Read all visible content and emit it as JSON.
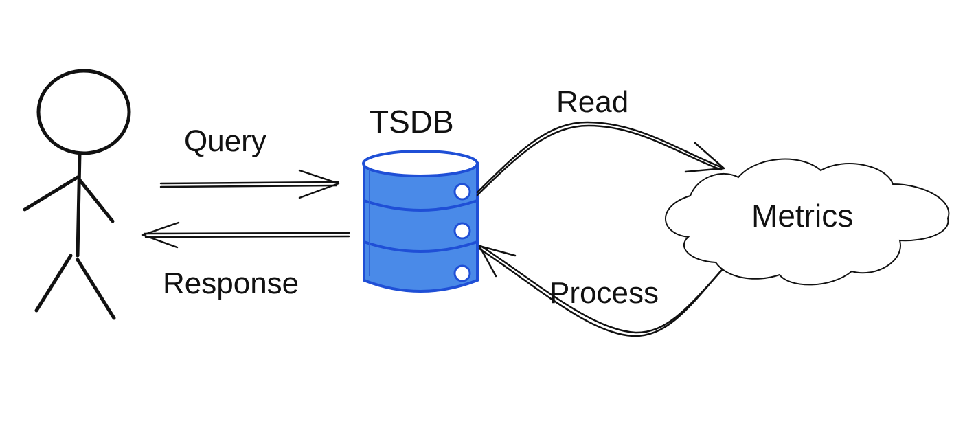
{
  "labels": {
    "query": "Query",
    "response": "Response",
    "tsdb": "TSDB",
    "read": "Read",
    "metrics": "Metrics",
    "process": "Process"
  },
  "colors": {
    "database_fill": "#4a8ae8",
    "database_stroke": "#1f4fd6",
    "ink": "#111111",
    "background": "#ffffff"
  },
  "icons": [
    "user-stick-figure-icon",
    "database-cylinder-icon",
    "cloud-icon"
  ]
}
